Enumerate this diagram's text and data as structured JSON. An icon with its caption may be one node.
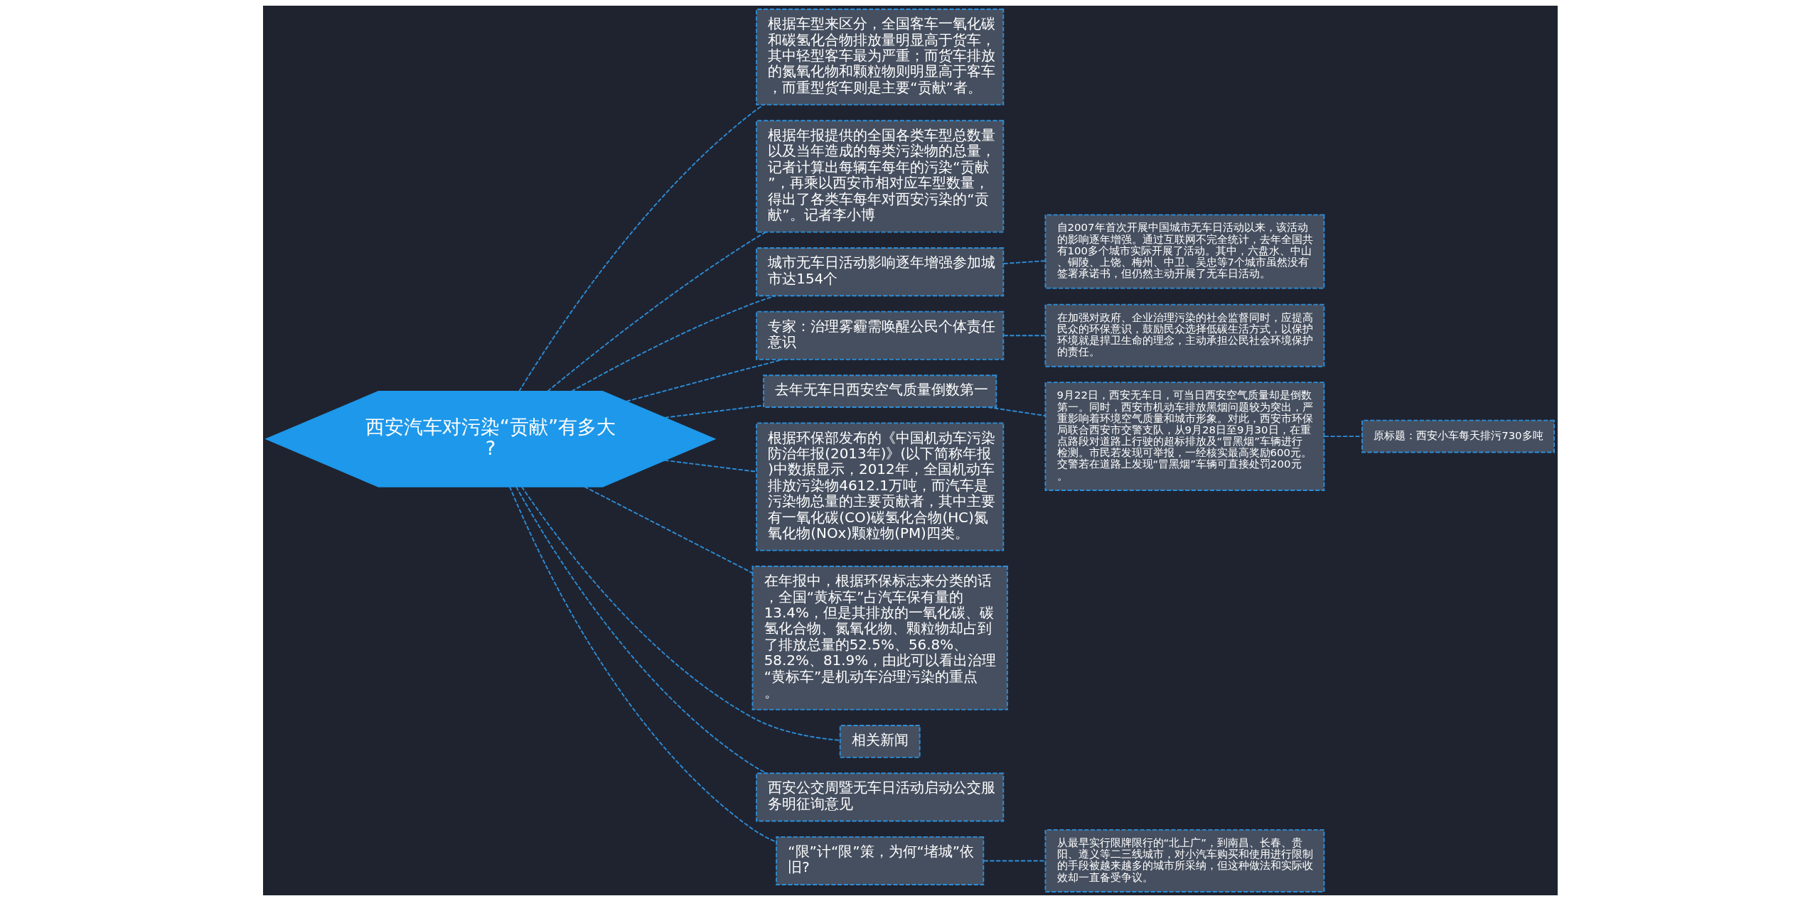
{
  "diagram": {
    "nodes": [
      {
        "text": [
          "西安汽车对污染“贡献”有多大?"
        ]
      },
      {
        "text": [
          "根据车型来区分，全国客车一氧化碳和碳氢化合物排放量明显高于货车，其中轻型客车最为严重；而货车排放的氮氧化物和颗粒物则明显高于客车，而重型货车则是主要“贡献”者。"
        ]
      },
      {
        "text": [
          "根据年报提供的全国各类车型总数量以及当年造成的每类污染物的总量，记者计算出每辆车每年的污染“贡献”，再乘以西安市相对应车型数量，得出了各类车每年对西安污染的“贡献”。记者李小博"
        ]
      },
      {
        "text": [
          "城市无车日活动影响逐年增强参加城市达154个"
        ]
      },
      {
        "text": [
          "自2007年首次开展中国城市无车日活动以来，该活动的影响逐年增强。通过互联网不完全统计，去年全国共有100多个城市实际开展了活动。其中，六盘水、中山、铜陵、上饶、梅州、中卫、吴忠等7个城市虽然没有签署承诺书，但仍然主动开展了无车日活动。"
        ]
      },
      {
        "text": [
          "专家：治理雾霾需唤醒公民个体责任意识"
        ]
      },
      {
        "text": [
          "在加强对政府、企业治理污染的社会监督同时，应提高民众的环保意识，鼓励民众选择低碳生活方式，以保护环境就是捍卫生命的理念，主动承担公民社会环境保护的责任。"
        ]
      },
      {
        "text": [
          "去年无车日西安空气质量倒数第一"
        ]
      },
      {
        "text": [
          "9月22日，西安无车日，可当日西安空气质量却是倒数第一。同时，西安市机动车排放黑烟问题较为突出，严重影响着环境空气质量和城市形象。对此，西安市环保局联合西安市交警支队，从9月28日至9月30日，在重点路段对道路上行驶的超标排放及“冒黑烟”车辆进行检测。市民若发现可举报，一经核实最高奖励600元。交警若在道路上发现“冒黑烟”车辆可直接处罚200元。"
        ]
      },
      {
        "text": [
          "原标题：西安小车每天排污730多吨"
        ]
      },
      {
        "text": [
          "根据环保部发布的《中国机动车污染防治年报(2013年)》(以下简称年报)中数据显示，2012年，全国机动车排放污染物4612.1万吨，而汽车是污染物总量的主要贡献者，其中主要有一氧化碳(CO)碳氢化合物(HC)氮氧化物(NOx)颗粒物(PM)四类。"
        ]
      },
      {
        "text": [
          "在年报中，根据环保标志来分类的话，全国“黄标车”占汽车保有量的13.4%，但是其排放的一氧化碳、碳氢化合物、氮氧化物、颗粒物却占到了排放总量的52.5%、56.8%、58.2%、81.9%，由此可以看出治理“黄标车”是机动车治理污染的重点。"
        ]
      },
      {
        "text": [
          "相关新闻"
        ]
      },
      {
        "text": [
          "西安公交周暨无车日活动启动公交服务明征询意见"
        ]
      },
      {
        "text": [
          "“限”计“限”策，为何“堵城”依旧?"
        ]
      },
      {
        "text": [
          "从最早实行限牌限行的“北上广”，到南昌、长春、贵阳、遵义等二三线城市，对小汽车购买和使用进行限制的手段被越来越多的城市所采纳，但这种做法和实际收效却一直备受争议。"
        ]
      }
    ],
    "edges": [
      {
        "from": 0,
        "to": 1,
        "arrow": "none"
      },
      {
        "from": 0,
        "to": 2,
        "arrow": "none"
      },
      {
        "from": 0,
        "to": 3,
        "arrow": "none"
      },
      {
        "from": 3,
        "to": 4,
        "arrow": "none"
      },
      {
        "from": 0,
        "to": 5,
        "arrow": "none"
      },
      {
        "from": 5,
        "to": 6,
        "arrow": "none"
      },
      {
        "from": 0,
        "to": 7,
        "arrow": "none"
      },
      {
        "from": 7,
        "to": 8,
        "arrow": "none"
      },
      {
        "from": 8,
        "to": 9,
        "arrow": "none"
      },
      {
        "from": 0,
        "to": 10,
        "arrow": "none"
      },
      {
        "from": 0,
        "to": 11,
        "arrow": "none"
      },
      {
        "from": 0,
        "to": 12,
        "arrow": "none"
      },
      {
        "from": 0,
        "to": 13,
        "arrow": "none"
      },
      {
        "from": 0,
        "to": 14,
        "arrow": "none"
      },
      {
        "from": 14,
        "to": 15,
        "arrow": "none"
      }
    ]
  }
}
